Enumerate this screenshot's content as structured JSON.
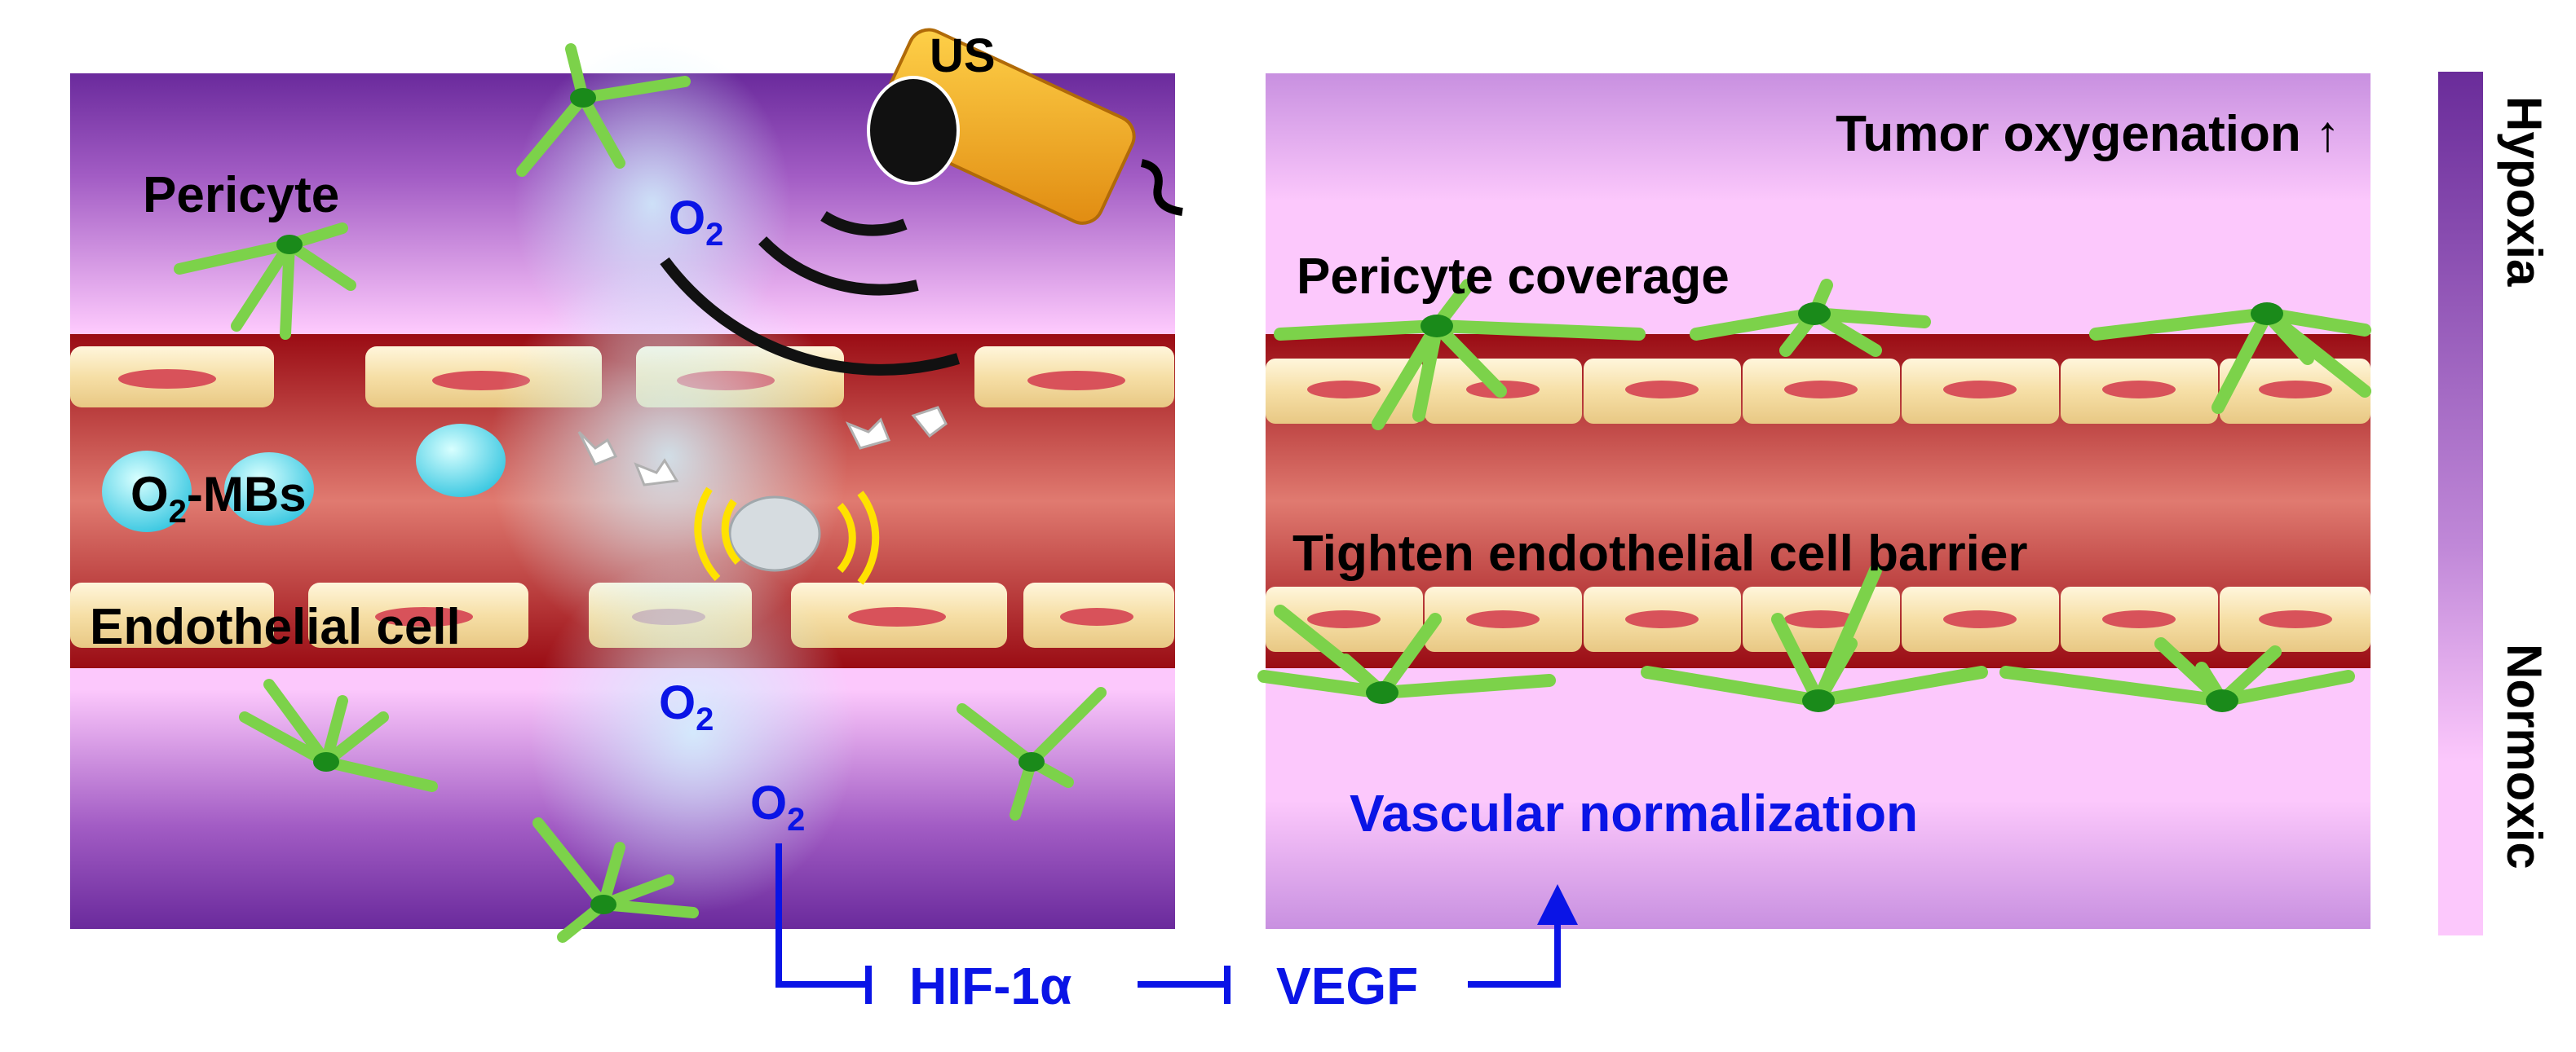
{
  "left_panel": {
    "pericyte_label": "Pericyte",
    "o2_mbs_label_main": "O",
    "o2_mbs_label_sub": "2",
    "o2_mbs_label_tail": "-MBs",
    "endothelial_label": "Endothelial cell",
    "us_label": "US",
    "o2_main": "O",
    "o2_sub": "2"
  },
  "right_panel": {
    "oxygenation_label": "Tumor oxygenation ↑",
    "pericyte_coverage_label": "Pericyte coverage",
    "barrier_label": "Tighten endothelial cell barrier",
    "normalization_label": "Vascular normalization"
  },
  "pathway": {
    "hif_label": "HIF-1α",
    "vegf_label": "VEGF"
  },
  "legend_bar": {
    "top_label": "Hypoxia",
    "bottom_label": "Normoxic"
  },
  "colors": {
    "purple": "#6a2c9a",
    "pink": "#fcc8fc",
    "vessel_red": "#b8141c",
    "pathway_blue": "#0a14e6",
    "pericyte_green": "#7cd24a"
  }
}
